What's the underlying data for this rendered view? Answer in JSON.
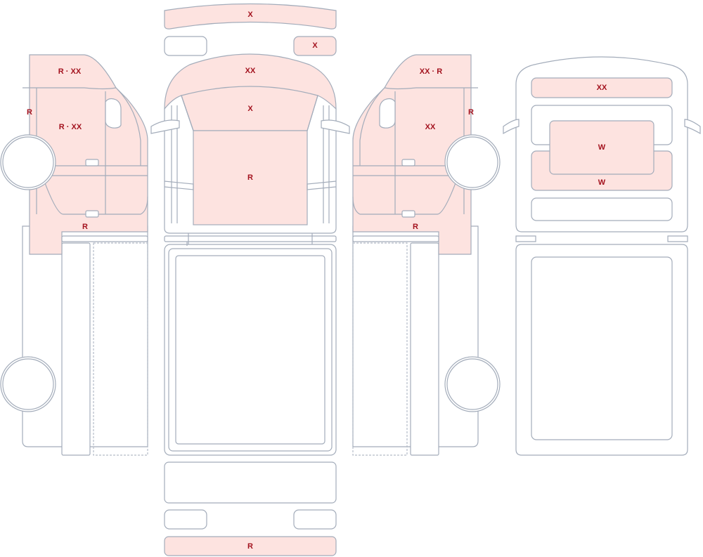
{
  "colors": {
    "damage_fill": "#fde3e0",
    "outline": "#a3acba",
    "label": "#a3121e"
  },
  "labels": {
    "front_bumper_top": "X",
    "mirror_right_top": "X",
    "bonnet": "XX",
    "windscreen_upper": "X",
    "windscreen_main": "R",
    "rear_bumper": "R",
    "left_roof": "R · XX",
    "left_pillar": "R",
    "left_door": "R · XX",
    "left_sill": "R",
    "right_roof": "XX · R",
    "right_pillar": "R",
    "right_door": "XX",
    "right_sill": "R",
    "rear_top_panel": "XX",
    "rear_window": "W",
    "rear_lower_panel": "W"
  }
}
